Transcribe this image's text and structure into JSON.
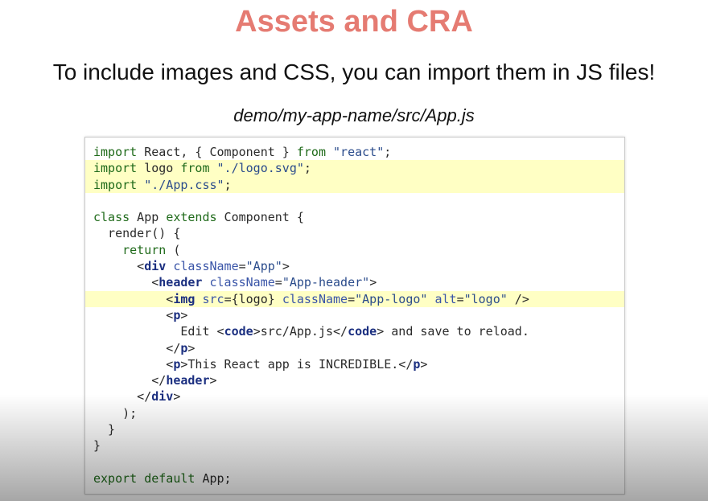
{
  "slide": {
    "title": "Assets and CRA",
    "subtitle": "To include images and CSS, you can import them in JS files!",
    "filename": "demo/my-app-name/src/App.js"
  },
  "colors": {
    "title": "#e57b72",
    "highlight": "#ffffc4",
    "keyword": "#1f6a1a",
    "tag": "#1b2f80",
    "string": "#2b4c8c"
  },
  "code": {
    "lines": [
      {
        "highlight": false,
        "tokens": [
          {
            "t": "kw",
            "v": "import"
          },
          {
            "t": "plain",
            "v": " React, { Component } "
          },
          {
            "t": "kw",
            "v": "from"
          },
          {
            "t": "plain",
            "v": " "
          },
          {
            "t": "str",
            "v": "\"react\""
          },
          {
            "t": "plain",
            "v": ";"
          }
        ]
      },
      {
        "highlight": true,
        "tokens": [
          {
            "t": "kw",
            "v": "import"
          },
          {
            "t": "plain",
            "v": " logo "
          },
          {
            "t": "kw",
            "v": "from"
          },
          {
            "t": "plain",
            "v": " "
          },
          {
            "t": "str",
            "v": "\"./logo.svg\""
          },
          {
            "t": "plain",
            "v": ";"
          }
        ]
      },
      {
        "highlight": true,
        "tokens": [
          {
            "t": "kw",
            "v": "import"
          },
          {
            "t": "plain",
            "v": " "
          },
          {
            "t": "str",
            "v": "\"./App.css\""
          },
          {
            "t": "plain",
            "v": ";"
          }
        ]
      },
      {
        "highlight": false,
        "tokens": []
      },
      {
        "highlight": false,
        "tokens": [
          {
            "t": "kw",
            "v": "class"
          },
          {
            "t": "plain",
            "v": " App "
          },
          {
            "t": "kw",
            "v": "extends"
          },
          {
            "t": "plain",
            "v": " Component {"
          }
        ]
      },
      {
        "highlight": false,
        "tokens": [
          {
            "t": "plain",
            "v": "  render() {"
          }
        ]
      },
      {
        "highlight": false,
        "tokens": [
          {
            "t": "plain",
            "v": "    "
          },
          {
            "t": "kw",
            "v": "return"
          },
          {
            "t": "plain",
            "v": " ("
          }
        ]
      },
      {
        "highlight": false,
        "tokens": [
          {
            "t": "plain",
            "v": "      <"
          },
          {
            "t": "tag",
            "v": "div"
          },
          {
            "t": "plain",
            "v": " "
          },
          {
            "t": "attr",
            "v": "className"
          },
          {
            "t": "plain",
            "v": "="
          },
          {
            "t": "str",
            "v": "\"App\""
          },
          {
            "t": "plain",
            "v": ">"
          }
        ]
      },
      {
        "highlight": false,
        "tokens": [
          {
            "t": "plain",
            "v": "        <"
          },
          {
            "t": "tag",
            "v": "header"
          },
          {
            "t": "plain",
            "v": " "
          },
          {
            "t": "attr",
            "v": "className"
          },
          {
            "t": "plain",
            "v": "="
          },
          {
            "t": "str",
            "v": "\"App-header\""
          },
          {
            "t": "plain",
            "v": ">"
          }
        ]
      },
      {
        "highlight": true,
        "tokens": [
          {
            "t": "plain",
            "v": "          <"
          },
          {
            "t": "tag",
            "v": "img"
          },
          {
            "t": "plain",
            "v": " "
          },
          {
            "t": "attr",
            "v": "src"
          },
          {
            "t": "plain",
            "v": "={logo} "
          },
          {
            "t": "attr",
            "v": "className"
          },
          {
            "t": "plain",
            "v": "="
          },
          {
            "t": "str",
            "v": "\"App-logo\""
          },
          {
            "t": "plain",
            "v": " "
          },
          {
            "t": "attr",
            "v": "alt"
          },
          {
            "t": "plain",
            "v": "="
          },
          {
            "t": "str",
            "v": "\"logo\""
          },
          {
            "t": "plain",
            "v": " />"
          }
        ]
      },
      {
        "highlight": false,
        "tokens": [
          {
            "t": "plain",
            "v": "          <"
          },
          {
            "t": "tag",
            "v": "p"
          },
          {
            "t": "plain",
            "v": ">"
          }
        ]
      },
      {
        "highlight": false,
        "tokens": [
          {
            "t": "plain",
            "v": "            Edit <"
          },
          {
            "t": "tag",
            "v": "code"
          },
          {
            "t": "plain",
            "v": ">src/App.js</"
          },
          {
            "t": "tag",
            "v": "code"
          },
          {
            "t": "plain",
            "v": "> and save to reload."
          }
        ]
      },
      {
        "highlight": false,
        "tokens": [
          {
            "t": "plain",
            "v": "          </"
          },
          {
            "t": "tag",
            "v": "p"
          },
          {
            "t": "plain",
            "v": ">"
          }
        ]
      },
      {
        "highlight": false,
        "tokens": [
          {
            "t": "plain",
            "v": "          <"
          },
          {
            "t": "tag",
            "v": "p"
          },
          {
            "t": "plain",
            "v": ">This React app is INCREDIBLE.</"
          },
          {
            "t": "tag",
            "v": "p"
          },
          {
            "t": "plain",
            "v": ">"
          }
        ]
      },
      {
        "highlight": false,
        "tokens": [
          {
            "t": "plain",
            "v": "        </"
          },
          {
            "t": "tag",
            "v": "header"
          },
          {
            "t": "plain",
            "v": ">"
          }
        ]
      },
      {
        "highlight": false,
        "tokens": [
          {
            "t": "plain",
            "v": "      </"
          },
          {
            "t": "tag",
            "v": "div"
          },
          {
            "t": "plain",
            "v": ">"
          }
        ]
      },
      {
        "highlight": false,
        "tokens": [
          {
            "t": "plain",
            "v": "    );"
          }
        ]
      },
      {
        "highlight": false,
        "tokens": [
          {
            "t": "plain",
            "v": "  }"
          }
        ]
      },
      {
        "highlight": false,
        "tokens": [
          {
            "t": "plain",
            "v": "}"
          }
        ]
      },
      {
        "highlight": false,
        "tokens": []
      },
      {
        "highlight": false,
        "tokens": [
          {
            "t": "kw",
            "v": "export"
          },
          {
            "t": "plain",
            "v": " "
          },
          {
            "t": "kw",
            "v": "default"
          },
          {
            "t": "plain",
            "v": " App;"
          }
        ]
      }
    ]
  }
}
